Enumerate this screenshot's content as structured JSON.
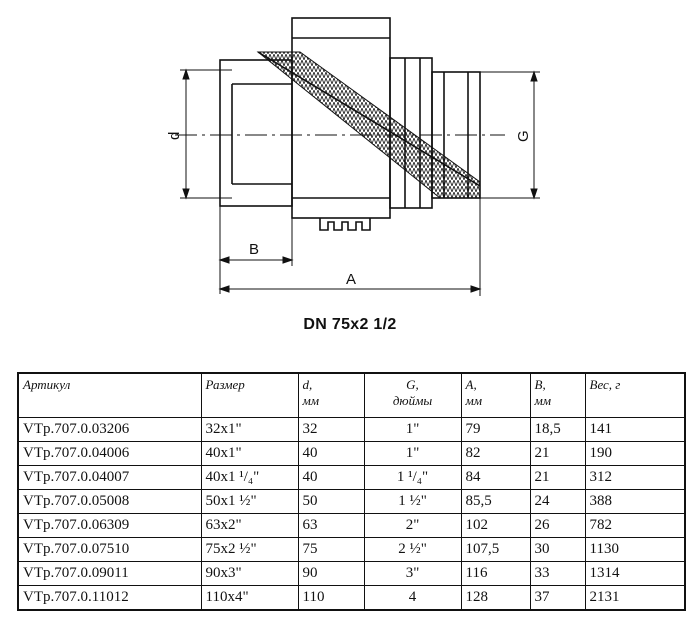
{
  "drawing": {
    "labels": {
      "d": "d",
      "g": "G",
      "b": "B",
      "a": "A"
    }
  },
  "caption": "DN 75x2 1/2",
  "table": {
    "headers": [
      {
        "line1": "Артикул",
        "line2": ""
      },
      {
        "line1": "Размер",
        "line2": ""
      },
      {
        "line1": "d,",
        "line2": "мм"
      },
      {
        "line1": "G,",
        "line2": "дюймы"
      },
      {
        "line1": "A,",
        "line2": "мм"
      },
      {
        "line1": "B,",
        "line2": "мм"
      },
      {
        "line1": "Вес, г",
        "line2": ""
      }
    ],
    "rows": [
      [
        "VTp.707.0.03206",
        "32x1\"",
        "32",
        "1\"",
        "79",
        "18,5",
        "141"
      ],
      [
        "VTp.707.0.04006",
        "40x1\"",
        "40",
        "1\"",
        "82",
        "21",
        "190"
      ],
      [
        "VTp.707.0.04007",
        "40x1 ¹/₄\"",
        "40",
        "1 ¹/₄\"",
        "84",
        "21",
        "312"
      ],
      [
        "VTp.707.0.05008",
        "50x1 ½\"",
        "50",
        "1 ½\"",
        "85,5",
        "24",
        "388"
      ],
      [
        "VTp.707.0.06309",
        "63x2\"",
        "63",
        "2\"",
        "102",
        "26",
        "782"
      ],
      [
        "VTp.707.0.07510",
        "75x2 ½\"",
        "75",
        "2 ½\"",
        "107,5",
        "30",
        "1130"
      ],
      [
        "VTp.707.0.09011",
        "90x3\"",
        "90",
        "3\"",
        "116",
        "33",
        "1314"
      ],
      [
        "VTp.707.0.11012",
        "110x4\"",
        "110",
        "4",
        "128",
        "37",
        "2131"
      ]
    ]
  }
}
